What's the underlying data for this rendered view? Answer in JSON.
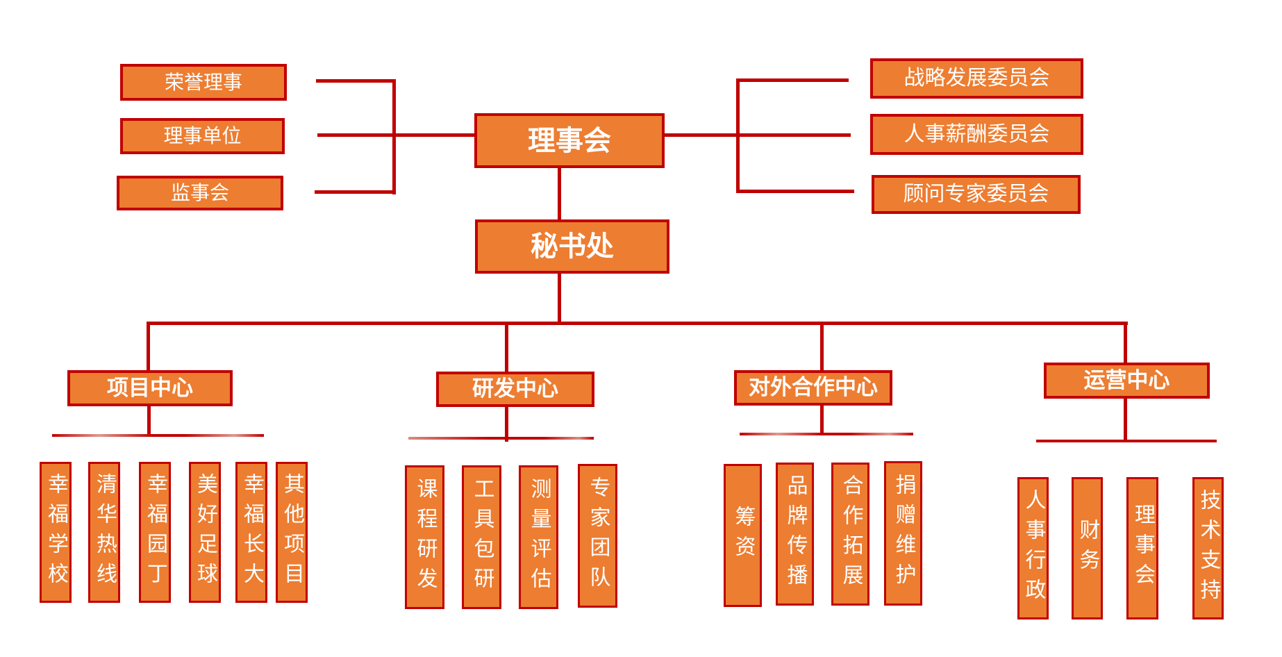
{
  "palette": {
    "box_fill": "#ED7D31",
    "box_border": "#C00000",
    "line": "#C00000",
    "text": "#FFFFFF",
    "bg": "#FFFFFF"
  },
  "board": {
    "label": "理事会"
  },
  "secretariat": {
    "label": "秘书处"
  },
  "left_nodes": [
    {
      "label": "荣誉理事"
    },
    {
      "label": "理事单位"
    },
    {
      "label": "监事会"
    }
  ],
  "right_committees": [
    {
      "label": "战略发展委员会"
    },
    {
      "label": "人事薪酬委员会"
    },
    {
      "label": "顾问专家委员会"
    }
  ],
  "centers": [
    {
      "label": "项目中心",
      "children": [
        "幸福学校",
        "清华热线",
        "幸福园丁",
        "美好足球",
        "幸福长大",
        "其他项目"
      ]
    },
    {
      "label": "研发中心",
      "children": [
        "课程研发",
        "工具包研",
        "测量评估",
        "专家团队"
      ]
    },
    {
      "label": "对外合作中心",
      "children": [
        "筹资",
        "品牌传播",
        "合作拓展",
        "捐赠维护"
      ]
    },
    {
      "label": "运营中心",
      "children": [
        "人事行政",
        "财务",
        "理事会",
        "技术支持"
      ]
    }
  ]
}
